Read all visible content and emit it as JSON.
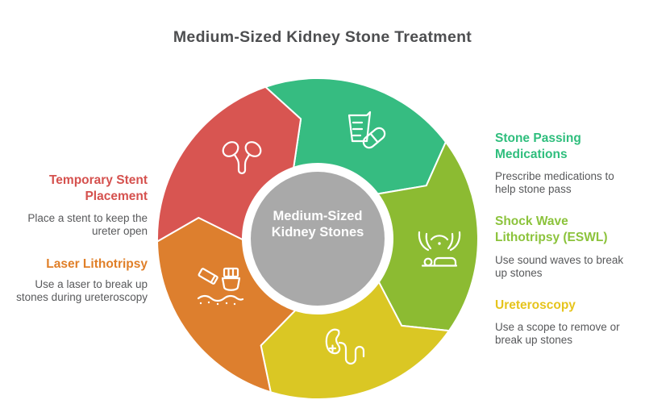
{
  "title": "Medium-Sized Kidney Stone Treatment",
  "colors": {
    "title_color": "#4d4e50",
    "body_text": "#58595b",
    "center_gray": "#a9a9a9",
    "background": "#ffffff"
  },
  "center": {
    "label": "Medium-Sized\nKidney Stones",
    "bg": "#a9a9a9"
  },
  "segments": [
    {
      "name": "stone-passing-medications",
      "color": "#36bc81",
      "icon": "medications-icon"
    },
    {
      "name": "shock-wave-lithotripsy",
      "color": "#8cbb32",
      "icon": "eswl-icon"
    },
    {
      "name": "ureteroscopy",
      "color": "#dac724",
      "icon": "scope-icon"
    },
    {
      "name": "laser-lithotripsy",
      "color": "#dd7f2e",
      "icon": "laser-icon"
    },
    {
      "name": "temporary-stent-placement",
      "color": "#d85551",
      "icon": "kidneys-icon"
    }
  ],
  "left_items": [
    {
      "heading": "Temporary Stent\nPlacement",
      "heading_color": "#d5514e",
      "description": "Place a stent to keep the\nureter open"
    },
    {
      "heading": "Laser Lithotripsy",
      "heading_color": "#e07f28",
      "description": "Use a laser to break up\nstones during ureteroscopy"
    }
  ],
  "right_items": [
    {
      "heading": "Stone Passing\nMedications",
      "heading_color": "#2fbe7d",
      "description": "Prescribe medications to\nhelp stone pass"
    },
    {
      "heading": "Shock Wave\nLithotripsy (ESWL)",
      "heading_color": "#8cc33c",
      "description": "Use sound waves to break\nup stones"
    },
    {
      "heading": "Ureteroscopy",
      "heading_color": "#e6c41d",
      "description": "Use a scope to remove or\nbreak up stones"
    }
  ]
}
